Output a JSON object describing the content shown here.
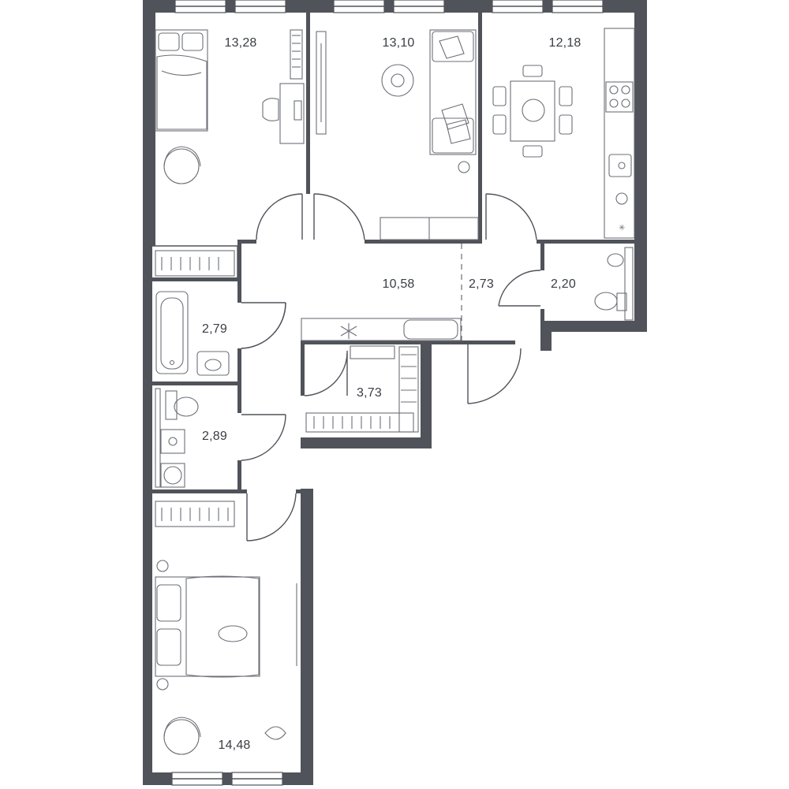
{
  "plan": {
    "rooms": [
      {
        "id": "bedroom-1",
        "area": "13,28"
      },
      {
        "id": "living-room",
        "area": "13,10"
      },
      {
        "id": "kitchen",
        "area": "12,18"
      },
      {
        "id": "hallway",
        "area": "10,58"
      },
      {
        "id": "corridor",
        "area": "2,73"
      },
      {
        "id": "toilet",
        "area": "2,20"
      },
      {
        "id": "bathroom",
        "area": "2,79"
      },
      {
        "id": "wardrobe",
        "area": "3,73"
      },
      {
        "id": "shower-room",
        "area": "2,89"
      },
      {
        "id": "bedroom-2",
        "area": "14,48"
      }
    ]
  }
}
